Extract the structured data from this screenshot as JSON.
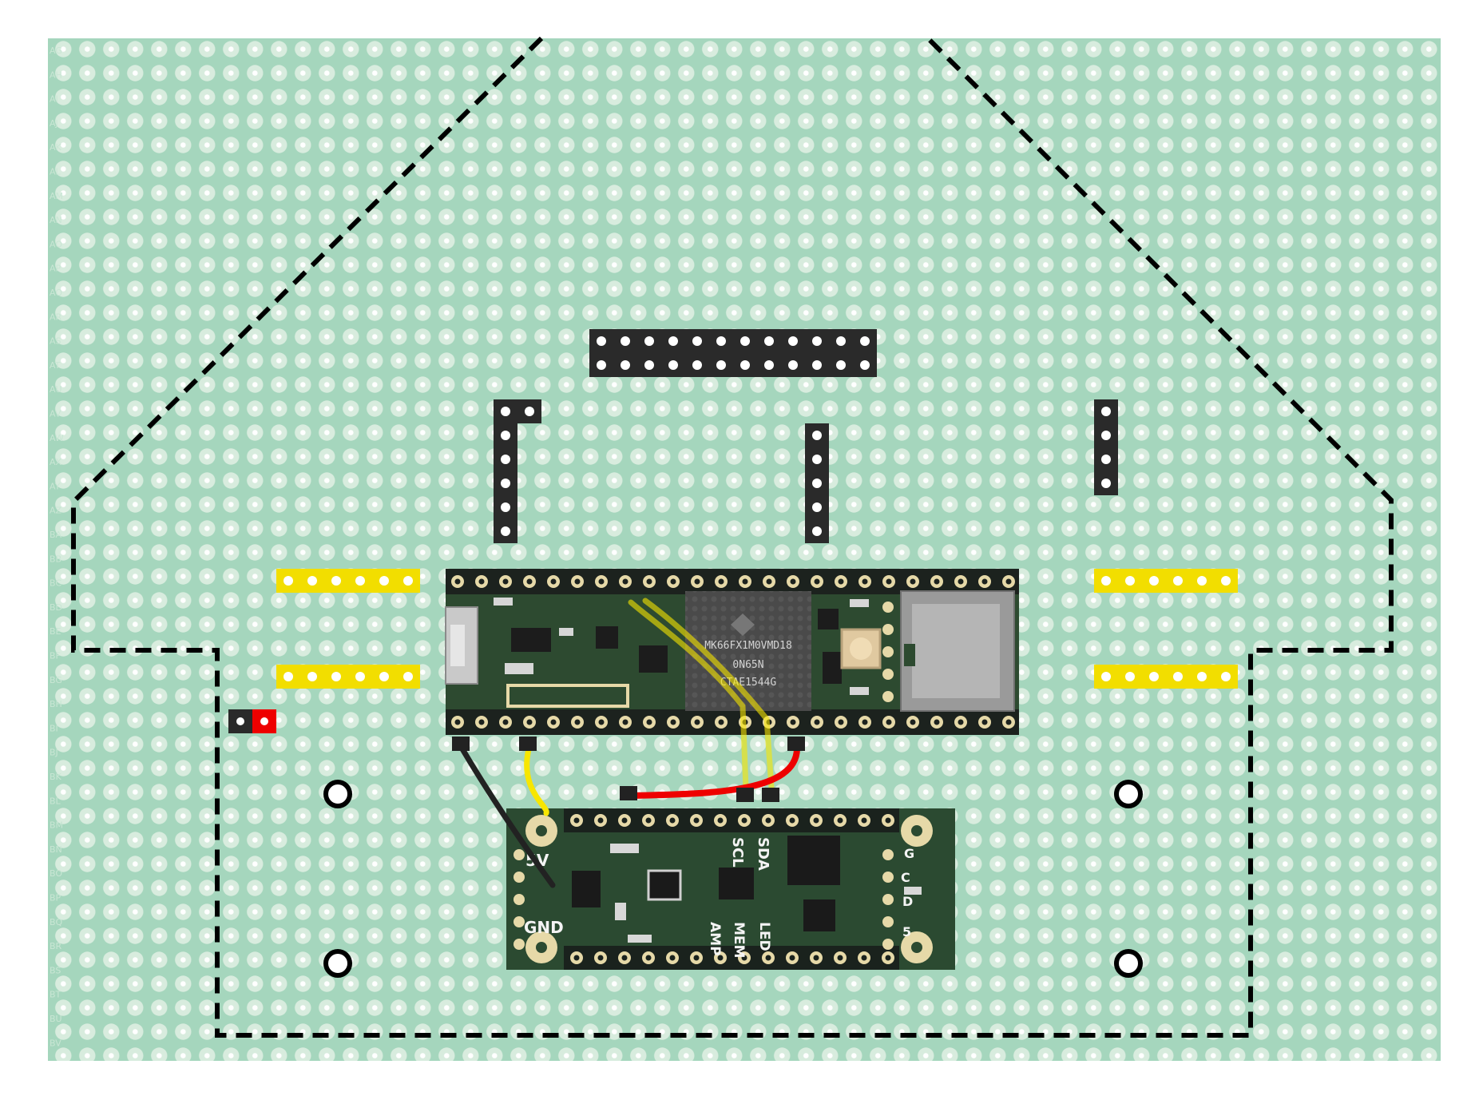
{
  "board": {
    "background": "#a5d6bd",
    "hole_ring": "#d8ecde",
    "hole_center": "#ffffff",
    "row_labels": [
      "AG",
      "AH",
      "AI",
      "AJ",
      "AK",
      "AL",
      "AM",
      "AN",
      "AO",
      "AP",
      "AQ",
      "AR",
      "AS",
      "AT",
      "AU",
      "AV",
      "AW",
      "AX",
      "AY",
      "AZ",
      "BA",
      "BB",
      "BC",
      "BD",
      "BE",
      "BF",
      "BG",
      "BH",
      "BI",
      "BJ",
      "BK",
      "BL",
      "BM",
      "BN",
      "BO",
      "BP",
      "BQ",
      "BR",
      "BS",
      "BT",
      "BU",
      "BV"
    ]
  },
  "colors": {
    "header_black": "#2a2a2a",
    "header_yellow": "#f2de00",
    "pcb_green": "#2d4a30",
    "wire_black": "#222222",
    "wire_yellow": "#f7e600",
    "wire_red": "#ee0000",
    "outline": "#000000",
    "pad_gold": "#e6d9a8"
  },
  "teensy": {
    "chip_line1": "MK66FX1M0VMD18",
    "chip_line2": "0N65N",
    "chip_line3": "CTAE1544G"
  },
  "audio_board": {
    "label_5v": "5V",
    "label_gnd": "GND",
    "label_scl": "SCL",
    "label_sda": "SDA",
    "label_amp": "AMP",
    "label_mem": "MEM",
    "label_led": "LED",
    "label_g": "G",
    "label_c": "C",
    "label_d": "D",
    "label_5": "5"
  }
}
